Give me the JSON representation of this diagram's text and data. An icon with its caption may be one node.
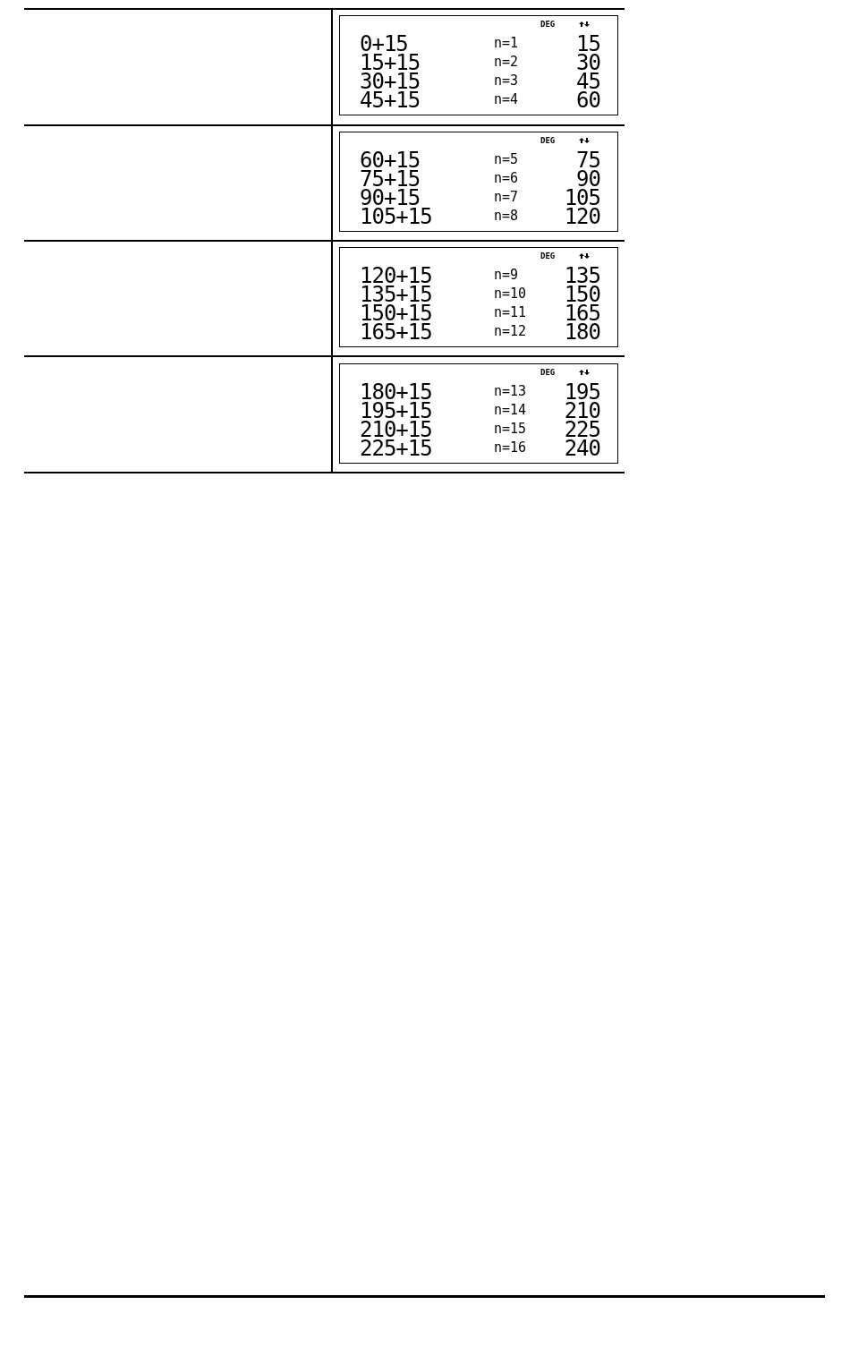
{
  "diagram": {
    "labels": [
      "DEG",
      "0+15",
      "n=1",
      "15",
      "15+15",
      "n=2",
      "30",
      "30+15",
      "n=3",
      "45",
      "45+15",
      "n=4",
      "60",
      "DEG",
      "60+15",
      "n=5",
      "75",
      "75+15",
      "n=6",
      "90",
      "90+15",
      "n=7",
      "105",
      "105+15",
      "n=8",
      "120",
      "DEG",
      "120+15",
      "n=9",
      "135",
      "135+15",
      "n=10",
      "150",
      "150+15",
      "n=11",
      "165",
      "165+15",
      "n=12",
      "180",
      "DEG",
      "180+15",
      "n=13",
      "195",
      "195+15",
      "n=14",
      "210",
      "210+15",
      "n=15",
      "225",
      "225+15",
      "n=16",
      "240"
    ]
  }
}
